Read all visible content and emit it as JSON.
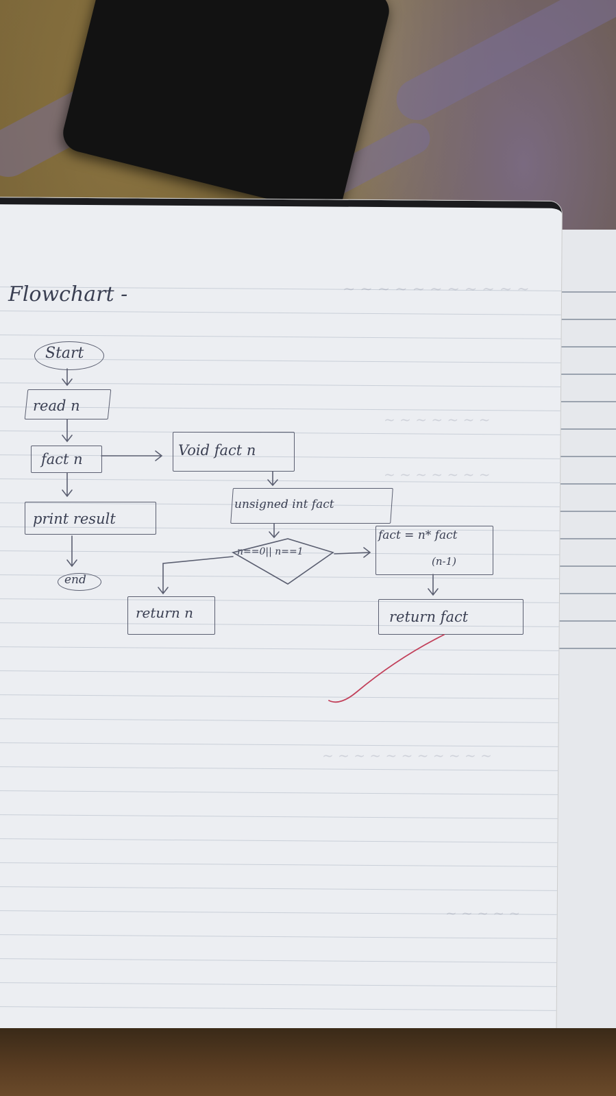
{
  "heading": "Flowchart -",
  "nodes": {
    "start": "Start",
    "read": "read n",
    "fact_call": "fact n",
    "print": "print result",
    "end": "end",
    "void_fact": "Void fact n",
    "declare": "unsigned int fact",
    "condition": "n==0|| n==1",
    "compute_line1": "fact = n* fact",
    "compute_line2": "(n-1)",
    "return_n": "return n",
    "return_fact": "return fact"
  },
  "colors": {
    "ink": "#3a3f52",
    "check_mark": "#c2405a",
    "paper": "#eceef2",
    "rule": "#c9cfd8"
  },
  "icons": [
    "check-mark-icon"
  ]
}
